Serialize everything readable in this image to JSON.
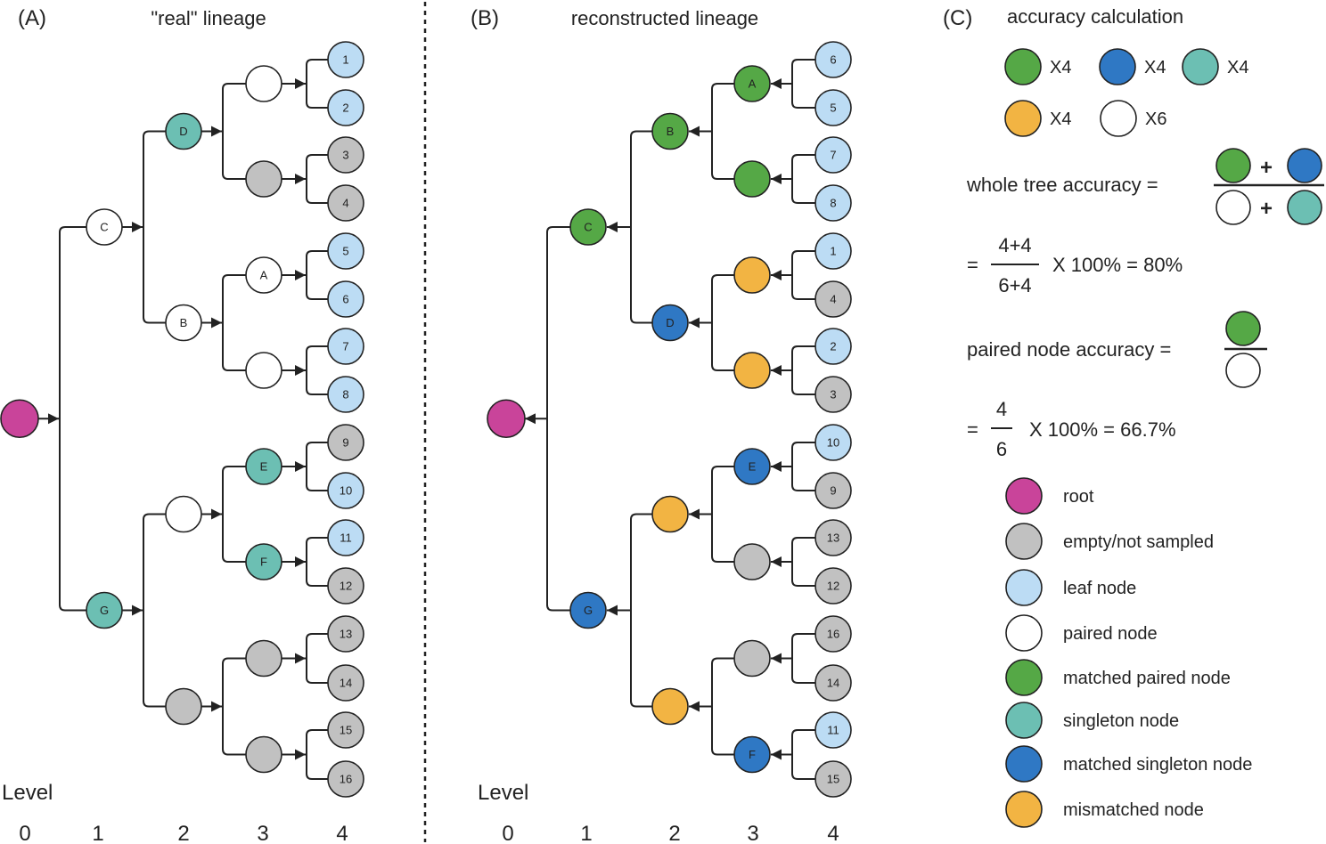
{
  "colors": {
    "root": "#c9449a",
    "empty": "#c1c1c1",
    "leaf": "#bcdcf4",
    "paired": "#ffffff",
    "matched_paired": "#55a846",
    "singleton": "#6cbfb3",
    "matched_singleton": "#2f78c4",
    "mismatched": "#f2b443"
  },
  "panel_a": {
    "tag": "(A)",
    "title": "\"real\" lineage"
  },
  "panel_b": {
    "tag": "(B)",
    "title": "reconstructed lineage"
  },
  "panel_c": {
    "tag": "(C)",
    "title": "accuracy calculation",
    "counts": [
      {
        "type": "matched_paired",
        "text": "X4"
      },
      {
        "type": "matched_singleton",
        "text": "X4"
      },
      {
        "type": "singleton",
        "text": "X4"
      },
      {
        "type": "mismatched",
        "text": "X4"
      },
      {
        "type": "paired",
        "text": "X6"
      }
    ],
    "whole_label": "whole tree accuracy =",
    "eq1_eq": "=",
    "eq1_num": "4+4",
    "eq1_den": "6+4",
    "eq1_rest": "X 100% = 80%",
    "paired_label": "paired node accuracy =",
    "eq2_eq": "=",
    "eq2_num": "4",
    "eq2_den": "6",
    "eq2_rest": "X 100% = 66.7%",
    "plus": "+"
  },
  "legend": [
    {
      "type": "root",
      "label": "root"
    },
    {
      "type": "empty",
      "label": "empty/not sampled"
    },
    {
      "type": "leaf",
      "label": "leaf node"
    },
    {
      "type": "paired",
      "label": "paired node"
    },
    {
      "type": "matched_paired",
      "label": "matched paired node"
    },
    {
      "type": "singleton",
      "label": "singleton node"
    },
    {
      "type": "matched_singleton",
      "label": "matched singleton node"
    },
    {
      "type": "mismatched",
      "label": "mismatched node"
    }
  ],
  "level_label": "Level",
  "level_numbers": [
    "0",
    "1",
    "2",
    "3",
    "4"
  ],
  "tree_a": {
    "root": {
      "type": "root",
      "label": ""
    },
    "l1": [
      {
        "type": "paired",
        "label": "C"
      },
      {
        "type": "singleton",
        "label": "G"
      }
    ],
    "l2": [
      {
        "type": "singleton",
        "label": "D"
      },
      {
        "type": "paired",
        "label": "B"
      },
      {
        "type": "paired",
        "label": ""
      },
      {
        "type": "empty",
        "label": ""
      }
    ],
    "l3": [
      {
        "type": "paired",
        "label": ""
      },
      {
        "type": "empty",
        "label": ""
      },
      {
        "type": "paired",
        "label": "A"
      },
      {
        "type": "paired",
        "label": ""
      },
      {
        "type": "singleton",
        "label": "E"
      },
      {
        "type": "singleton",
        "label": "F"
      },
      {
        "type": "empty",
        "label": ""
      },
      {
        "type": "empty",
        "label": ""
      }
    ],
    "l4": [
      {
        "type": "leaf",
        "label": "1"
      },
      {
        "type": "leaf",
        "label": "2"
      },
      {
        "type": "empty",
        "label": "3"
      },
      {
        "type": "empty",
        "label": "4"
      },
      {
        "type": "leaf",
        "label": "5"
      },
      {
        "type": "leaf",
        "label": "6"
      },
      {
        "type": "leaf",
        "label": "7"
      },
      {
        "type": "leaf",
        "label": "8"
      },
      {
        "type": "empty",
        "label": "9"
      },
      {
        "type": "leaf",
        "label": "10"
      },
      {
        "type": "leaf",
        "label": "11"
      },
      {
        "type": "empty",
        "label": "12"
      },
      {
        "type": "empty",
        "label": "13"
      },
      {
        "type": "empty",
        "label": "14"
      },
      {
        "type": "empty",
        "label": "15"
      },
      {
        "type": "empty",
        "label": "16"
      }
    ]
  },
  "tree_b": {
    "root": {
      "type": "root",
      "label": ""
    },
    "l1": [
      {
        "type": "matched_paired",
        "label": "C"
      },
      {
        "type": "matched_singleton",
        "label": "G"
      }
    ],
    "l2": [
      {
        "type": "matched_paired",
        "label": "B"
      },
      {
        "type": "matched_singleton",
        "label": "D"
      },
      {
        "type": "mismatched",
        "label": ""
      },
      {
        "type": "mismatched",
        "label": ""
      }
    ],
    "l3": [
      {
        "type": "matched_paired",
        "label": "A"
      },
      {
        "type": "matched_paired",
        "label": ""
      },
      {
        "type": "mismatched",
        "label": ""
      },
      {
        "type": "mismatched",
        "label": ""
      },
      {
        "type": "matched_singleton",
        "label": "E"
      },
      {
        "type": "empty",
        "label": ""
      },
      {
        "type": "empty",
        "label": ""
      },
      {
        "type": "matched_singleton",
        "label": "F"
      }
    ],
    "l4": [
      {
        "type": "leaf",
        "label": "6"
      },
      {
        "type": "leaf",
        "label": "5"
      },
      {
        "type": "leaf",
        "label": "7"
      },
      {
        "type": "leaf",
        "label": "8"
      },
      {
        "type": "leaf",
        "label": "1"
      },
      {
        "type": "empty",
        "label": "4"
      },
      {
        "type": "leaf",
        "label": "2"
      },
      {
        "type": "empty",
        "label": "3"
      },
      {
        "type": "leaf",
        "label": "10"
      },
      {
        "type": "empty",
        "label": "9"
      },
      {
        "type": "empty",
        "label": "13"
      },
      {
        "type": "empty",
        "label": "12"
      },
      {
        "type": "empty",
        "label": "16"
      },
      {
        "type": "empty",
        "label": "14"
      },
      {
        "type": "leaf",
        "label": "11"
      },
      {
        "type": "empty",
        "label": "15"
      }
    ]
  }
}
